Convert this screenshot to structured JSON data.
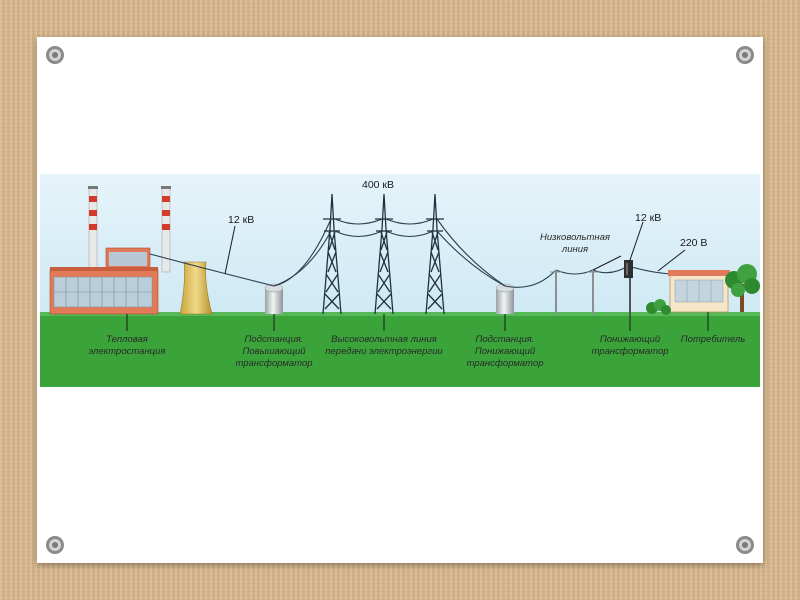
{
  "voltages": {
    "v_12_left": "12 кВ",
    "v_400": "400 кВ",
    "v_12_right": "12 кВ",
    "v_220": "220 В"
  },
  "low_voltage_line": [
    "Низковольтная",
    "линия"
  ],
  "labels": {
    "plant": [
      "Тепловая",
      "электростанция"
    ],
    "step_up": [
      "Подстанция.",
      "Повышающий",
      "трансформатор"
    ],
    "hv_line": [
      "Высоковольтная линия",
      "передачи электроэнергии"
    ],
    "step_down": [
      "Подстанция.",
      "Понижающий",
      "трансформатор"
    ],
    "down_transformer": [
      "Понижающий",
      "трансформатор"
    ],
    "consumer": [
      "Потребитель"
    ]
  },
  "colors": {
    "sky": "#dff1f8",
    "grass": "#3aa43a",
    "chimney_red": "#d23a2a",
    "factory": "#e07a58",
    "tower": "#1e3140",
    "cooling_tower": "#d8b84a",
    "wire": "#2c3e50"
  }
}
